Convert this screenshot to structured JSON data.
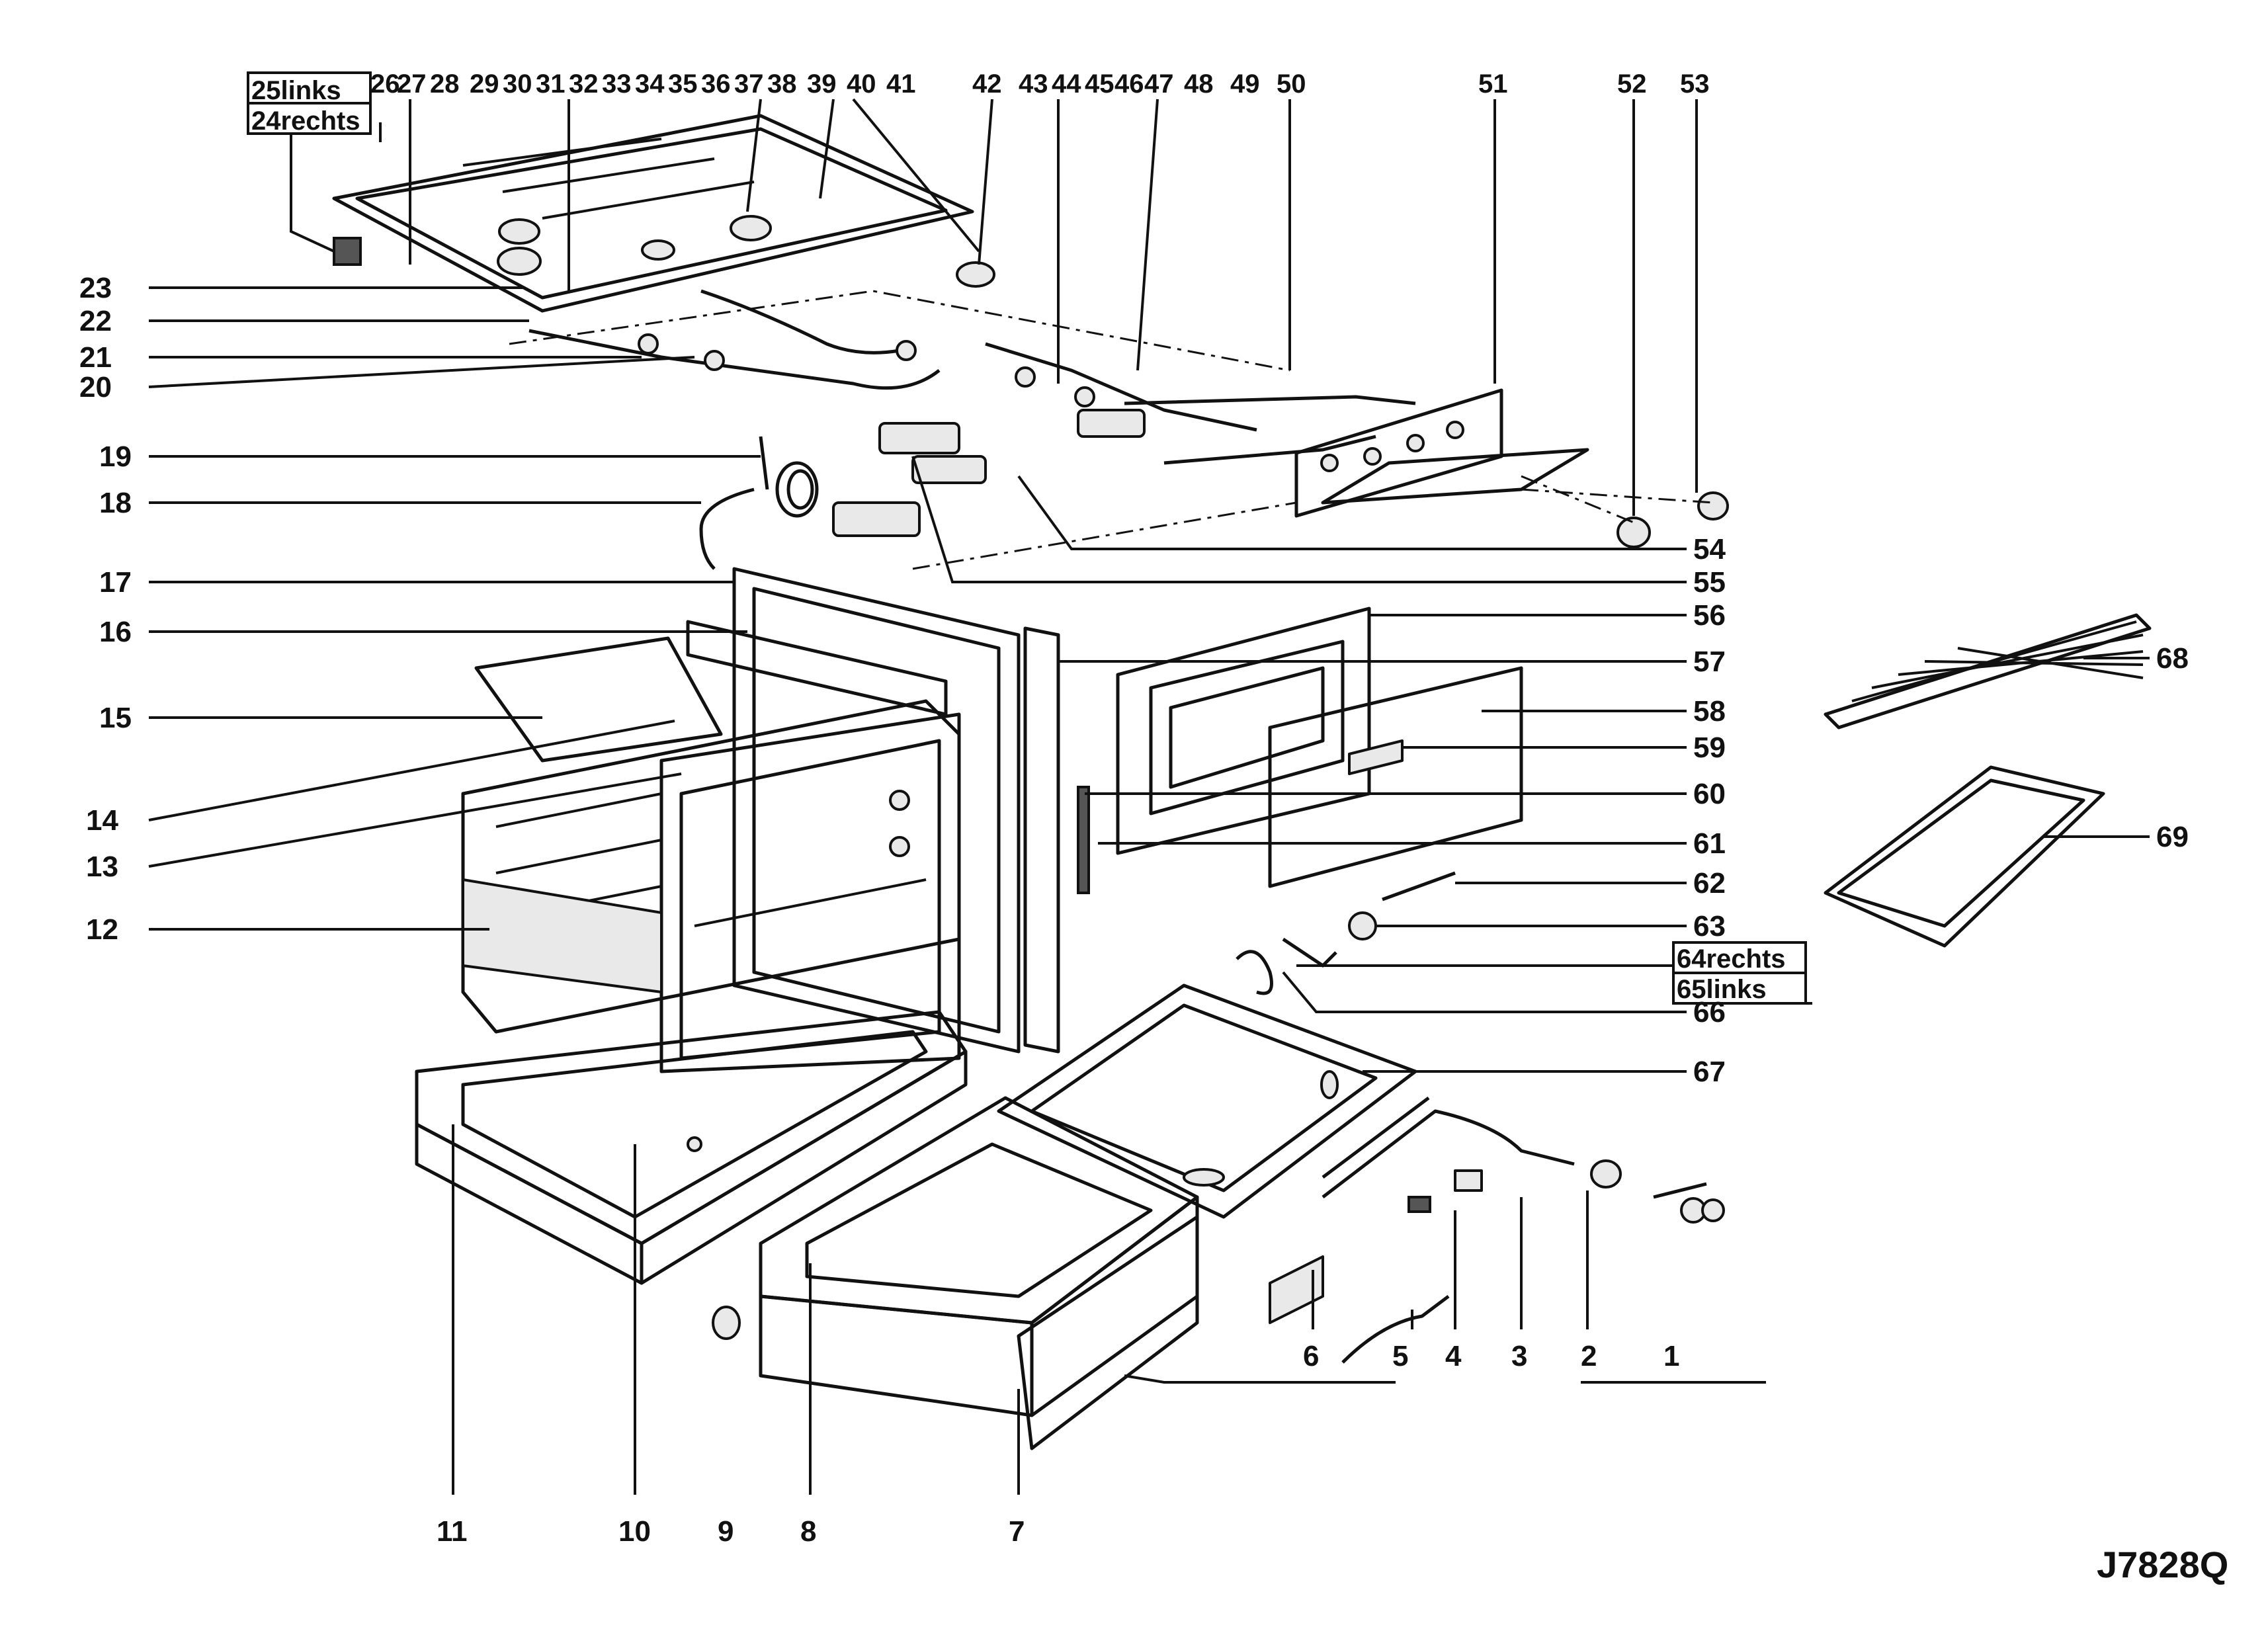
{
  "drawing": {
    "code": "J7828Q",
    "colors": {
      "ink": "#111111",
      "paper": "#ffffff"
    }
  },
  "callouts": [
    {
      "id": "c1",
      "text": "1"
    },
    {
      "id": "c2",
      "text": "2"
    },
    {
      "id": "c3",
      "text": "3"
    },
    {
      "id": "c4",
      "text": "4"
    },
    {
      "id": "c5",
      "text": "5"
    },
    {
      "id": "c6",
      "text": "6"
    },
    {
      "id": "c7",
      "text": "7"
    },
    {
      "id": "c8",
      "text": "8"
    },
    {
      "id": "c9",
      "text": "9"
    },
    {
      "id": "c10",
      "text": "10"
    },
    {
      "id": "c11",
      "text": "11"
    },
    {
      "id": "c12",
      "text": "12"
    },
    {
      "id": "c13",
      "text": "13"
    },
    {
      "id": "c14",
      "text": "14"
    },
    {
      "id": "c15",
      "text": "15"
    },
    {
      "id": "c16",
      "text": "16"
    },
    {
      "id": "c17",
      "text": "17"
    },
    {
      "id": "c18",
      "text": "18"
    },
    {
      "id": "c19",
      "text": "19"
    },
    {
      "id": "c20",
      "text": "20"
    },
    {
      "id": "c21",
      "text": "21"
    },
    {
      "id": "c22",
      "text": "22"
    },
    {
      "id": "c23",
      "text": "23"
    },
    {
      "id": "c24",
      "text": "24rechts"
    },
    {
      "id": "c25",
      "text": "25links"
    },
    {
      "id": "c26",
      "text": "26"
    },
    {
      "id": "c27",
      "text": "27"
    },
    {
      "id": "c28",
      "text": "28"
    },
    {
      "id": "c29",
      "text": "29"
    },
    {
      "id": "c30",
      "text": "30"
    },
    {
      "id": "c31",
      "text": "31"
    },
    {
      "id": "c32",
      "text": "32"
    },
    {
      "id": "c33",
      "text": "33"
    },
    {
      "id": "c34",
      "text": "34"
    },
    {
      "id": "c35",
      "text": "35"
    },
    {
      "id": "c36",
      "text": "36"
    },
    {
      "id": "c37",
      "text": "37"
    },
    {
      "id": "c38",
      "text": "38"
    },
    {
      "id": "c39",
      "text": "39"
    },
    {
      "id": "c40",
      "text": "40"
    },
    {
      "id": "c41",
      "text": "41"
    },
    {
      "id": "c42",
      "text": "42"
    },
    {
      "id": "c43",
      "text": "43"
    },
    {
      "id": "c44",
      "text": "44"
    },
    {
      "id": "c45",
      "text": "45"
    },
    {
      "id": "c46",
      "text": "46"
    },
    {
      "id": "c47",
      "text": "47"
    },
    {
      "id": "c48",
      "text": "48"
    },
    {
      "id": "c49",
      "text": "49"
    },
    {
      "id": "c50",
      "text": "50"
    },
    {
      "id": "c51",
      "text": "51"
    },
    {
      "id": "c52",
      "text": "52"
    },
    {
      "id": "c53",
      "text": "53"
    },
    {
      "id": "c54",
      "text": "54"
    },
    {
      "id": "c55",
      "text": "55"
    },
    {
      "id": "c56",
      "text": "56"
    },
    {
      "id": "c57",
      "text": "57"
    },
    {
      "id": "c58",
      "text": "58"
    },
    {
      "id": "c59",
      "text": "59"
    },
    {
      "id": "c60",
      "text": "60"
    },
    {
      "id": "c61",
      "text": "61"
    },
    {
      "id": "c62",
      "text": "62"
    },
    {
      "id": "c63",
      "text": "63"
    },
    {
      "id": "c64",
      "text": "64rechts"
    },
    {
      "id": "c65",
      "text": "65links"
    },
    {
      "id": "c66",
      "text": "66"
    },
    {
      "id": "c67",
      "text": "67"
    },
    {
      "id": "c68",
      "text": "68"
    },
    {
      "id": "c69",
      "text": "69"
    }
  ]
}
